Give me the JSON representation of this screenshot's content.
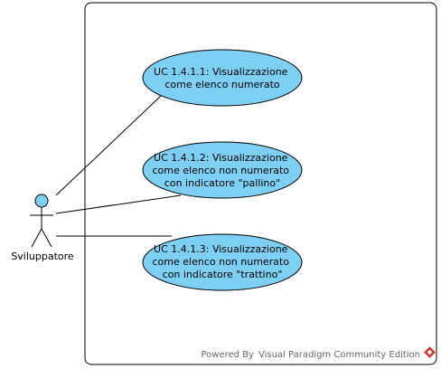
{
  "actor": {
    "name": "Sviluppatore"
  },
  "use_cases": [
    {
      "lines": [
        "UC 1.4.1.1: Visualizzazione",
        "come elenco numerato"
      ]
    },
    {
      "lines": [
        "UC 1.4.1.2: Visualizzazione",
        "come elenco non numerato",
        "con indicatore \"pallino\""
      ]
    },
    {
      "lines": [
        "UC 1.4.1.3: Visualizzazione",
        "come elenco non numerato",
        "con indicatore \"trattino\""
      ]
    }
  ],
  "watermark": {
    "text": "Powered By Visual Paradigm Community Edition"
  },
  "colors": {
    "use_case_fill": "#7ecff4",
    "actor_fill": "#7ecff4",
    "line": "#000000",
    "watermark_logo": "#c8372d"
  }
}
